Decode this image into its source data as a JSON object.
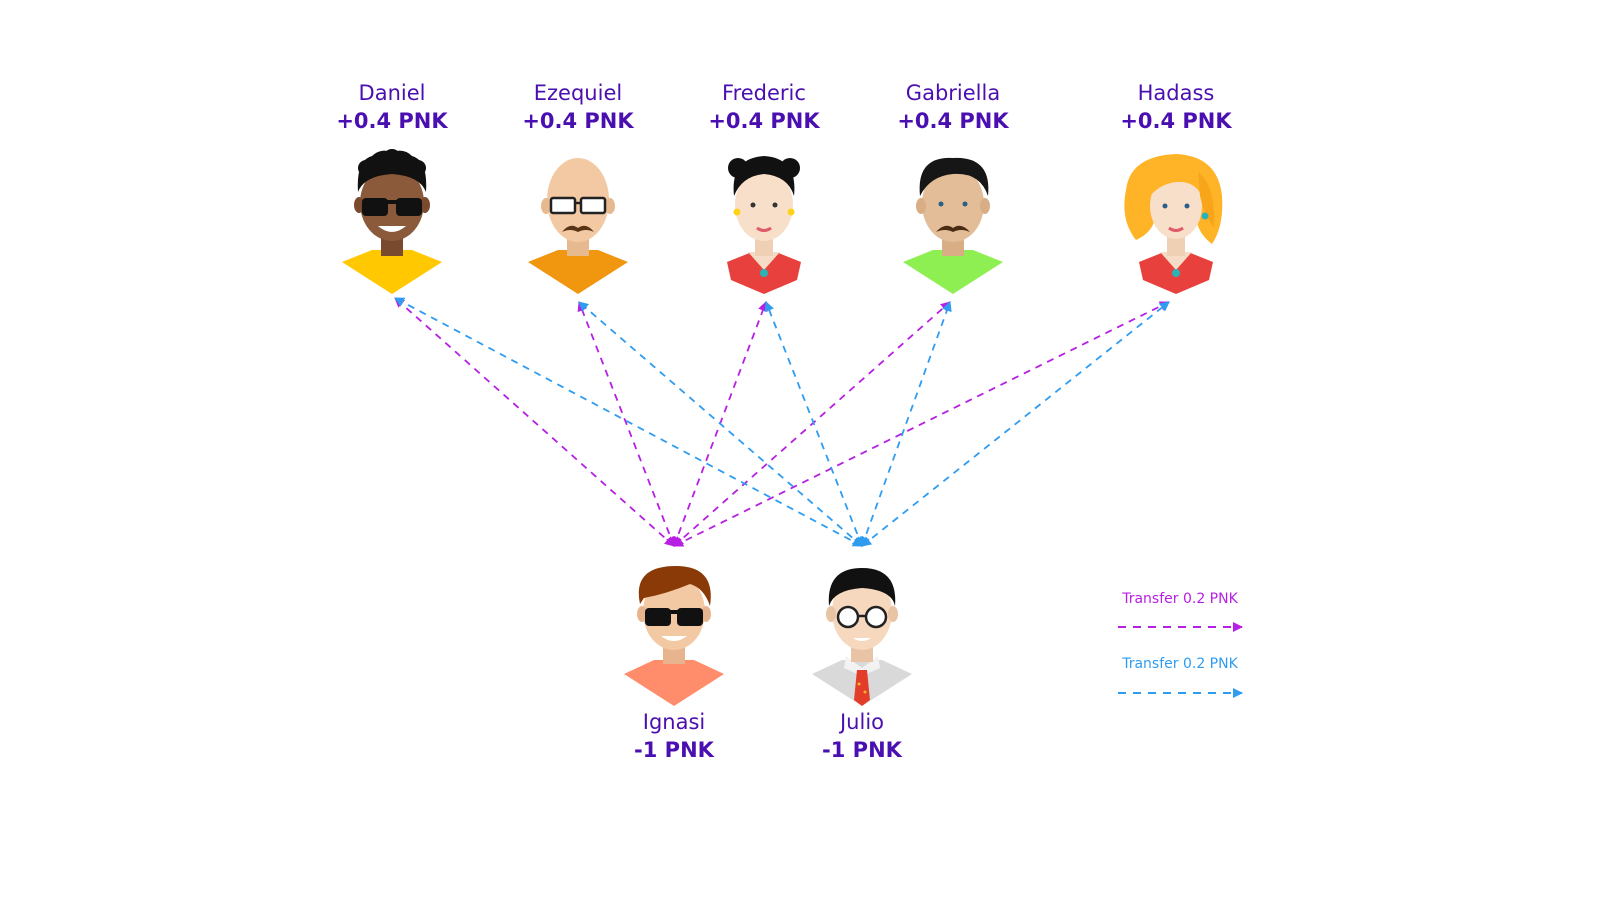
{
  "colors": {
    "text": "#4a0fb0",
    "transfer_a": "#b71fe3",
    "transfer_b": "#2f9cf0"
  },
  "recipients": [
    {
      "id": "daniel",
      "name": "Daniel",
      "amount": "+0.4 PNK",
      "icon": "avatar-man-dark-skin-sunglasses-icon"
    },
    {
      "id": "ezequiel",
      "name": "Ezequiel",
      "amount": "+0.4 PNK",
      "icon": "avatar-bald-man-glasses-mustache-icon"
    },
    {
      "id": "frederic",
      "name": "Frederic",
      "amount": "+0.4 PNK",
      "icon": "avatar-woman-black-hair-buns-icon"
    },
    {
      "id": "gabriella",
      "name": "Gabriella",
      "amount": "+0.4 PNK",
      "icon": "avatar-man-mustache-green-shirt-icon"
    },
    {
      "id": "hadass",
      "name": "Hadass",
      "amount": "+0.4 PNK",
      "icon": "avatar-woman-blonde-hair-icon"
    }
  ],
  "senders": [
    {
      "id": "ignasi",
      "name": "Ignasi",
      "amount": "-1 PNK",
      "icon": "avatar-man-brown-hair-sunglasses-icon"
    },
    {
      "id": "julio",
      "name": "Julio",
      "amount": "-1 PNK",
      "icon": "avatar-man-round-glasses-tie-icon"
    }
  ],
  "edges": [
    {
      "from": "ignasi",
      "to": "daniel",
      "style": "transfer_a"
    },
    {
      "from": "ignasi",
      "to": "ezequiel",
      "style": "transfer_a"
    },
    {
      "from": "ignasi",
      "to": "frederic",
      "style": "transfer_a"
    },
    {
      "from": "ignasi",
      "to": "gabriella",
      "style": "transfer_a"
    },
    {
      "from": "ignasi",
      "to": "hadass",
      "style": "transfer_a"
    },
    {
      "from": "julio",
      "to": "daniel",
      "style": "transfer_b"
    },
    {
      "from": "julio",
      "to": "ezequiel",
      "style": "transfer_b"
    },
    {
      "from": "julio",
      "to": "frederic",
      "style": "transfer_b"
    },
    {
      "from": "julio",
      "to": "gabriella",
      "style": "transfer_b"
    },
    {
      "from": "julio",
      "to": "hadass",
      "style": "transfer_b"
    }
  ],
  "legend": [
    {
      "label": "Transfer 0.2 PNK",
      "style": "transfer_a"
    },
    {
      "label": "Transfer 0.2 PNK",
      "style": "transfer_b"
    }
  ]
}
